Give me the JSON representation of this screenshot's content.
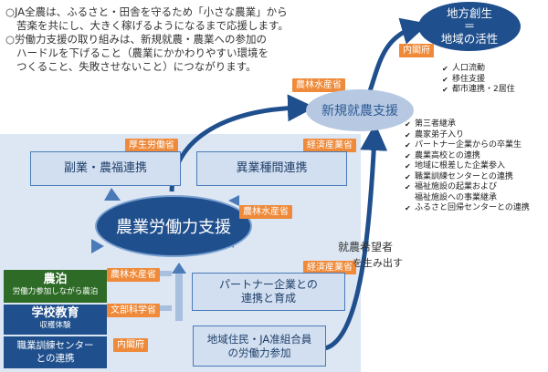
{
  "intro": {
    "p1_l1": "○JA全農は、ふるさと・田舎を守るため「小さな農業」から",
    "p1_l2": "苦楽を共にし、大きく稼げるようになるまで応援します。",
    "p2_l1": "○労働力支援の取り組みは、新規就農・農業への参加の",
    "p2_l2": "ハードルを下げること（農業にかかわりやすい環境を",
    "p2_l3": "つくること、失敗させないこと）につながります。"
  },
  "goal": {
    "line1": "地方創生",
    "line2": "＝",
    "line3": "地域の活性"
  },
  "goal_tag": "内閣府",
  "goal_checks": [
    "人口流動",
    "移住支援",
    "都市連携・2居住"
  ],
  "new_farming": {
    "label": "新規就農支援",
    "tag": "農林水産省"
  },
  "new_farming_checks": [
    "第三者継承",
    "農家弟子入り",
    "パートナー企業からの卒業生",
    "農業高校との連携",
    "地域に根差した企業参入",
    "職業訓練センターとの連携"
  ],
  "welfare_check": {
    "line1": "福祉施設の起業および",
    "line2": "福祉施設への事業継承"
  },
  "furusato_check": "ふるさと回帰センターとの連携",
  "side_business": {
    "label": "副業・農福連携",
    "tag": "厚生労働省"
  },
  "cross_industry": {
    "label": "異業種間連携",
    "tag": "経済産業省"
  },
  "core": {
    "label": "農業労働力支援",
    "tag": "農林水産省"
  },
  "partner": {
    "line1": "パートナー企業との",
    "line2": "連携と育成",
    "tag": "経済産業省"
  },
  "local": {
    "line1": "地域住民・JA准組合員",
    "line2": "の労働力参加"
  },
  "farm_stay": {
    "title": "農泊",
    "sub": "労働力参加しながら農泊",
    "tag": "農林水産省"
  },
  "school": {
    "title": "学校教育",
    "sub": "収穫体験",
    "tag": "文部科学省"
  },
  "vocational": {
    "line1": "職業訓練センター",
    "line2": "との連携",
    "tag": "内閣府"
  },
  "applicants": {
    "line1": "就農希望者",
    "line2": "を生み出す"
  },
  "colors": {
    "navy": "#1f4f8c",
    "orange": "#ee8a3a",
    "green": "#2e6b27",
    "panel": "#dde7f3"
  }
}
